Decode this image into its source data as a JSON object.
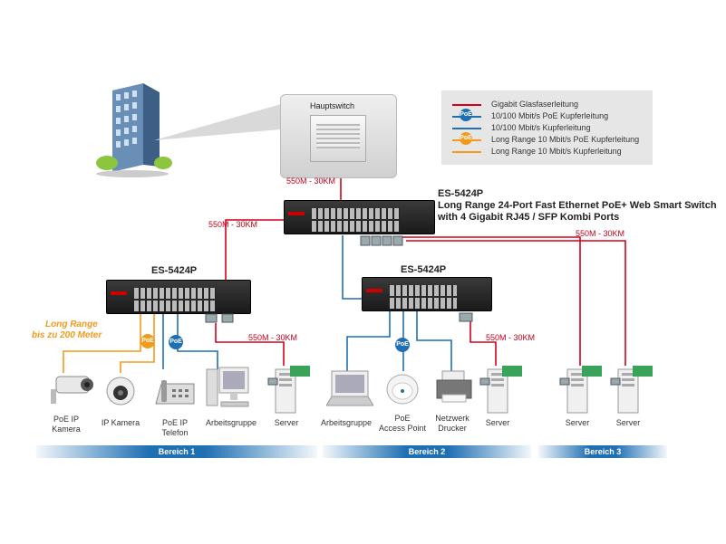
{
  "main_switch": {
    "label": "Hauptswitch"
  },
  "legend": {
    "items": [
      {
        "text": "Gigabit Glasfaserleitung",
        "color": "#d0021b",
        "badge": ""
      },
      {
        "text": "10/100 Mbit/s PoE Kupferleitung",
        "color": "#1f6fb3",
        "badge": "PoE"
      },
      {
        "text": "10/100 Mbit/s Kupferleitung",
        "color": "#1f6fb3",
        "badge": ""
      },
      {
        "text": "Long Range 10 Mbit/s PoE Kupferleitung",
        "color": "#f39a1c",
        "badge": "PoE"
      },
      {
        "text": "Long Range 10 Mbit/s Kupferleitung",
        "color": "#f39a1c",
        "badge": ""
      }
    ]
  },
  "core_switch": {
    "model": "ES-5424P",
    "desc1": "Long Range 24-Port Fast Ethernet PoE+ Web Smart Switch",
    "desc2": "with 4 Gigabit RJ45 / SFP Kombi Ports"
  },
  "speeds": {
    "main_to_core": "550M - 30KM",
    "core_to_left": "550M - 30KM",
    "core_to_bereich3": "550M - 30KM",
    "left_to_server": "550M - 30KM",
    "mid_to_server": "550M - 30KM"
  },
  "left_switch": {
    "model": "ES-5424P"
  },
  "mid_switch": {
    "model": "ES-5424P"
  },
  "long_range": {
    "line1": "Long Range",
    "line2": "bis zu 200 Meter"
  },
  "badges": {
    "poe": "PoE"
  },
  "devices": {
    "poe_ip_kamera_1": "PoE IP",
    "poe_ip_kamera_2": "Kamera",
    "ip_kamera": "IP Kamera",
    "poe_ip_telefon_1": "PoE IP",
    "poe_ip_telefon_2": "Telefon",
    "arbeitsgruppe_1": "Arbeitsgruppe",
    "server_1": "Server",
    "arbeitsgruppe_2": "Arbeitsgruppe",
    "poe_ap_1": "PoE",
    "poe_ap_2": "Access Point",
    "netzwerk_drucker_1": "Netzwerk",
    "netzwerk_drucker_2": "Drucker",
    "server_2": "Server",
    "server_3": "Server",
    "server_4": "Server"
  },
  "bereiche": [
    "Bereich 1",
    "Bereich 2",
    "Bereich 3"
  ],
  "colors": {
    "fiber": "#d0021b",
    "copper": "#1f6fb3",
    "long_range": "#f39a1c",
    "bereich_bar": "#1f6fb3"
  }
}
